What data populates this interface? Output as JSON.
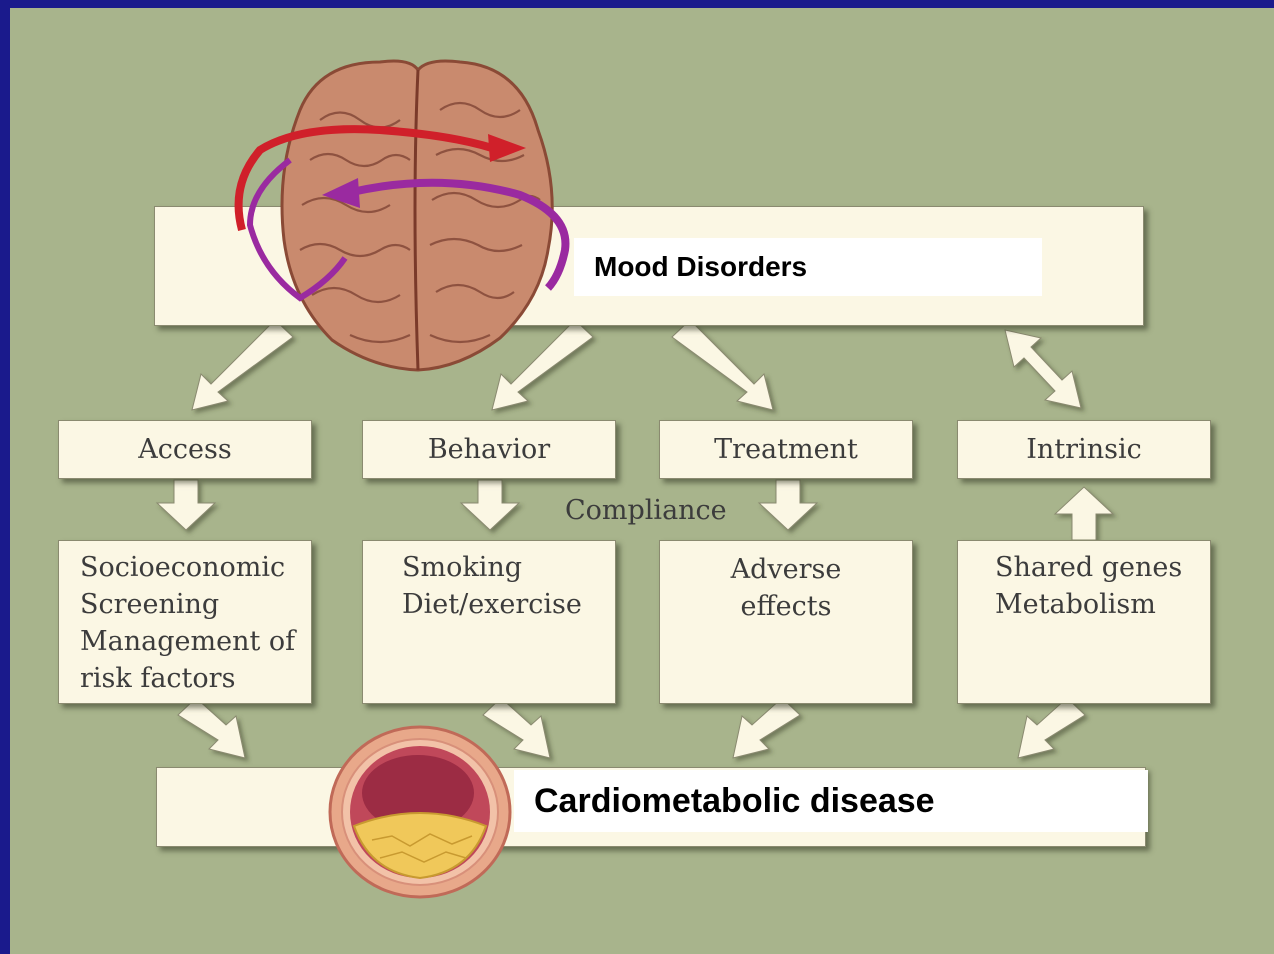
{
  "colors": {
    "background_border": "#1a1a8c",
    "panel": "#a8b48c",
    "box_fill": "#fbf7e4",
    "arrow_fill": "#fbf7e4",
    "red_arrow": "#d0202a",
    "purple_arrow": "#9a2aa0"
  },
  "diagram": {
    "top": {
      "label": "Mood Disorders"
    },
    "bottom": {
      "label": "Cardiometabolic disease"
    },
    "middle": [
      "Access",
      "Behavior",
      "Treatment",
      "Intrinsic"
    ],
    "lower": [
      "Socioeconomic\nScreening\nManagement of\n risk factors",
      "Smoking\nDiet/exercise",
      "Adverse\neffects",
      "Shared genes\nMetabolism"
    ],
    "compliance": "Compliance"
  },
  "illustrations": [
    "brain-icon",
    "artery-cross-section-icon"
  ]
}
